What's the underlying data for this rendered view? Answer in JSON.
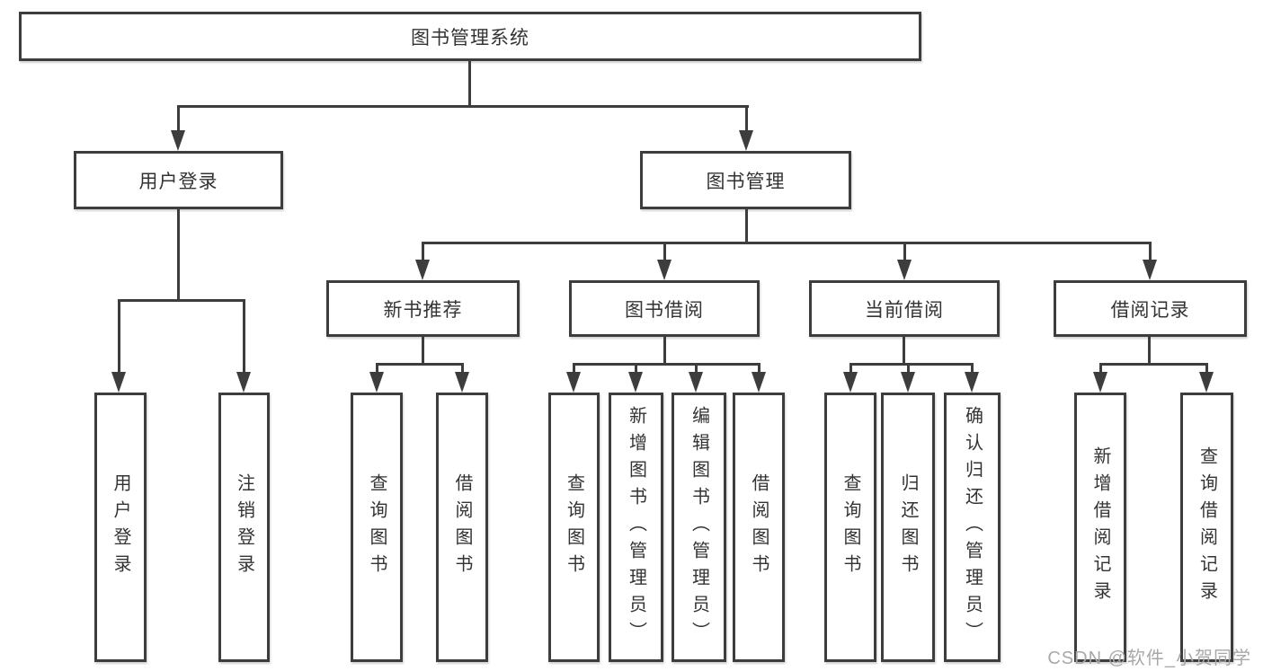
{
  "diagram_title": "图书管理系统",
  "watermark": "CSDN @软件_小贺同学",
  "colors": {
    "line": "#3d3d3d",
    "box_border": "#3d3d3d",
    "text": "#333333",
    "background": "#ffffff",
    "watermark": "#a8a8a8"
  },
  "nodes": {
    "root": "图书管理系统",
    "user_login": "用户登录",
    "book_mgmt": "图书管理",
    "new_book_rec": "新书推荐",
    "book_borrow": "图书借阅",
    "current_borrow": "当前借阅",
    "borrow_record": "借阅记录",
    "ul_user_login": "用户登录",
    "ul_logout": "注销登录",
    "nbr_query_book": "查询图书",
    "nbr_borrow_book": "借阅图书",
    "bb_query_book": "查询图书",
    "bb_add_book": "新增图书（管理员）",
    "bb_edit_book": "编辑图书（管理员）",
    "bb_borrow_book": "借阅图书",
    "cb_query_book": "查询图书",
    "cb_return_book": "归还图书",
    "cb_confirm_return": "确认归还（管理员）",
    "br_add_record": "新增借阅记录",
    "br_query_record": "查询借阅记录"
  },
  "hierarchy": [
    {
      "parent": "图书管理系统",
      "children": [
        "用户登录",
        "图书管理"
      ]
    },
    {
      "parent": "用户登录",
      "children": [
        "用户登录",
        "注销登录"
      ]
    },
    {
      "parent": "图书管理",
      "children": [
        "新书推荐",
        "图书借阅",
        "当前借阅",
        "借阅记录"
      ]
    },
    {
      "parent": "新书推荐",
      "children": [
        "查询图书",
        "借阅图书"
      ]
    },
    {
      "parent": "图书借阅",
      "children": [
        "查询图书",
        "新增图书（管理员）",
        "编辑图书（管理员）",
        "借阅图书"
      ]
    },
    {
      "parent": "当前借阅",
      "children": [
        "查询图书",
        "归还图书",
        "确认归还（管理员）"
      ]
    },
    {
      "parent": "借阅记录",
      "children": [
        "新增借阅记录",
        "查询借阅记录"
      ]
    }
  ]
}
